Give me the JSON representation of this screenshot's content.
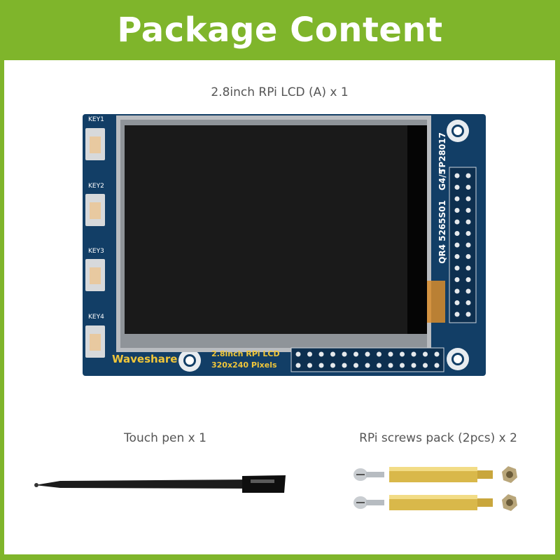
{
  "header": {
    "title": "Package Content"
  },
  "items": [
    {
      "caption": "2.8inch RPi LCD (A) x 1"
    },
    {
      "caption": "Touch pen x 1"
    },
    {
      "caption": "RPi screws pack (2pcs) x 2"
    }
  ],
  "board": {
    "keys": [
      "KEY1",
      "KEY2",
      "KEY3",
      "KEY4"
    ],
    "brand": "Waveshare",
    "label_line1": "2.8inch RPi LCD",
    "label_line2": "320x240 Pixels",
    "side_codes": [
      "TP28017",
      "G4/5",
      "QR4 5265S01"
    ]
  },
  "colors": {
    "brand_green": "#7fb52b",
    "board_blue": "#123e66",
    "screen": "#1a1a1a",
    "brass": "#d9b84a"
  }
}
